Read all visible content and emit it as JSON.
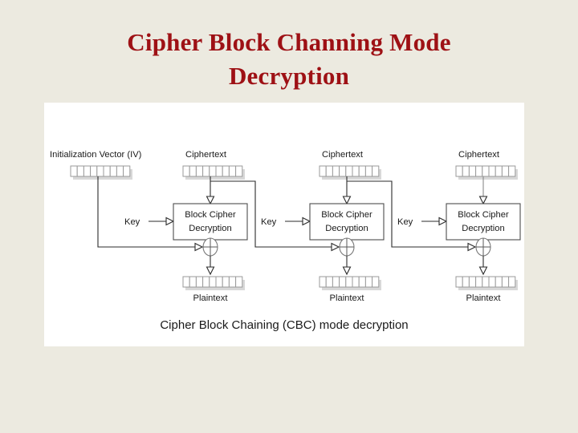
{
  "slide": {
    "background_color": "#ECEAE0",
    "title_color": "#9E1115",
    "title_line1": "Cipher Block Channing Mode",
    "title_line2": "Decryption"
  },
  "diagram": {
    "panel_color": "#FFFFFF",
    "caption": "Cipher Block Chaining (CBC) mode decryption",
    "iv_label": "Initialization Vector (IV)",
    "cells_per_block": 9,
    "columns": [
      {
        "ciphertext_label": "Ciphertext",
        "key_label": "Key",
        "cipher_box_line1": "Block Cipher",
        "cipher_box_line2": "Decryption",
        "xor_symbol": "xor-circle",
        "plaintext_label": "Plaintext"
      },
      {
        "ciphertext_label": "Ciphertext",
        "key_label": "Key",
        "cipher_box_line1": "Block Cipher",
        "cipher_box_line2": "Decryption",
        "xor_symbol": "xor-circle",
        "plaintext_label": "Plaintext"
      },
      {
        "ciphertext_label": "Ciphertext",
        "key_label": "Key",
        "cipher_box_line1": "Block Cipher",
        "cipher_box_line2": "Decryption",
        "xor_symbol": "xor-circle",
        "plaintext_label": "Plaintext"
      }
    ]
  }
}
